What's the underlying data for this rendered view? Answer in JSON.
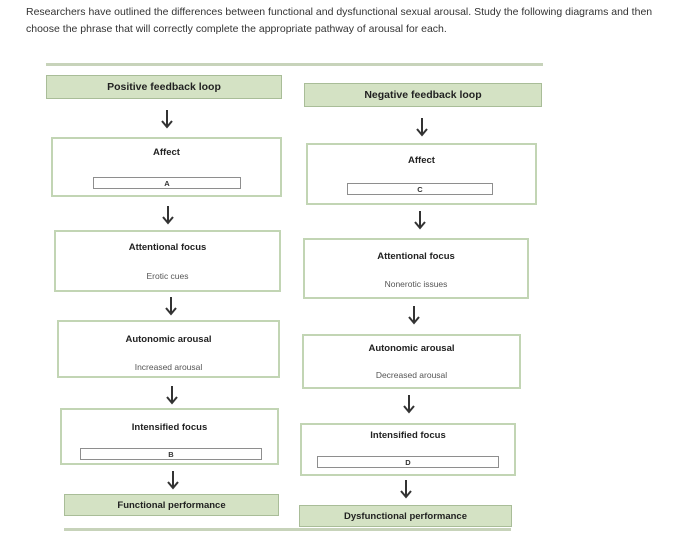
{
  "instructions": "Researchers have outlined the differences between functional and dysfunctional sexual arousal. Study the following diagrams and then choose the phrase that will correctly complete the appropriate pathway of arousal for each.",
  "positive": {
    "header": "Positive feedback loop",
    "affect": {
      "title": "Affect",
      "blank": "A"
    },
    "attentional": {
      "title": "Attentional focus",
      "value": "Erotic cues"
    },
    "autonomic": {
      "title": "Autonomic arousal",
      "value": "Increased arousal"
    },
    "intensified": {
      "title": "Intensified focus",
      "blank": "B"
    },
    "footer": "Functional performance"
  },
  "negative": {
    "header": "Negative feedback loop",
    "affect": {
      "title": "Affect",
      "blank": "C"
    },
    "attentional": {
      "title": "Attentional focus",
      "value": "Nonerotic issues"
    },
    "autonomic": {
      "title": "Autonomic arousal",
      "value": "Decreased arousal"
    },
    "intensified": {
      "title": "Intensified focus",
      "blank": "D"
    },
    "footer": "Dysfunctional performance"
  },
  "colors": {
    "box_fill": "#d4e2c4",
    "box_border": "#c2d5b4",
    "arrow": "#333333"
  },
  "icons": {
    "arrow": "arrow-down-icon"
  }
}
